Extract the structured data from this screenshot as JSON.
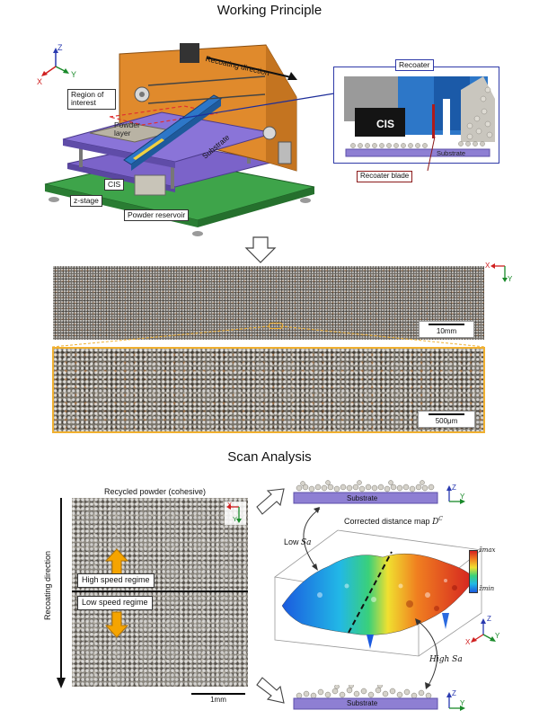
{
  "titles": {
    "top": "Working Principle",
    "bottom": "Scan Analysis"
  },
  "machine_labels": {
    "recoating_direction": "Recoating direction",
    "region_of_interest": "Region of interest",
    "powder_layer": "Powder layer",
    "substrate": "Substrate",
    "cis": "CIS",
    "z_stage": "z-stage",
    "powder_reservoir": "Powder reservoir"
  },
  "recoater_inset": {
    "title": "Recoater",
    "cis": "CIS",
    "substrate": "Substrate",
    "blade": "Recoater blade"
  },
  "axes": {
    "x": "X",
    "y": "Y",
    "z": "Z"
  },
  "scan_strip": {
    "scale": "10mm"
  },
  "zoom_strip": {
    "scale": "500μm"
  },
  "analysis": {
    "recycled_caption": "Recycled powder (cohesive)",
    "recoating_direction": "Recoating direction",
    "high_speed": "High speed regime",
    "low_speed": "Low speed regime",
    "scale": "1mm",
    "substrate_top": "Substrate",
    "substrate_bottom": "Substrate",
    "map_title": "Corrected distance map",
    "map_symbol": "D",
    "map_symbol_sup": "C",
    "low_sa_prefix": "Low ",
    "high_sa_prefix": "High ",
    "sa": "Sa",
    "colorbar_max": "z̄max",
    "colorbar_min": "z̄min"
  },
  "colors": {
    "orange_plate": "#e08a2c",
    "purple_plate": "#7b63c9",
    "green_base": "#3ea44a",
    "blue_rail": "#2d77c8",
    "inset_border": "#2f3aa8",
    "blade_border": "#8b1a1a",
    "zoom_border": "#f0b030",
    "arrow_orange": "#f5a400",
    "substrate_purple": "#8e7fd3"
  }
}
